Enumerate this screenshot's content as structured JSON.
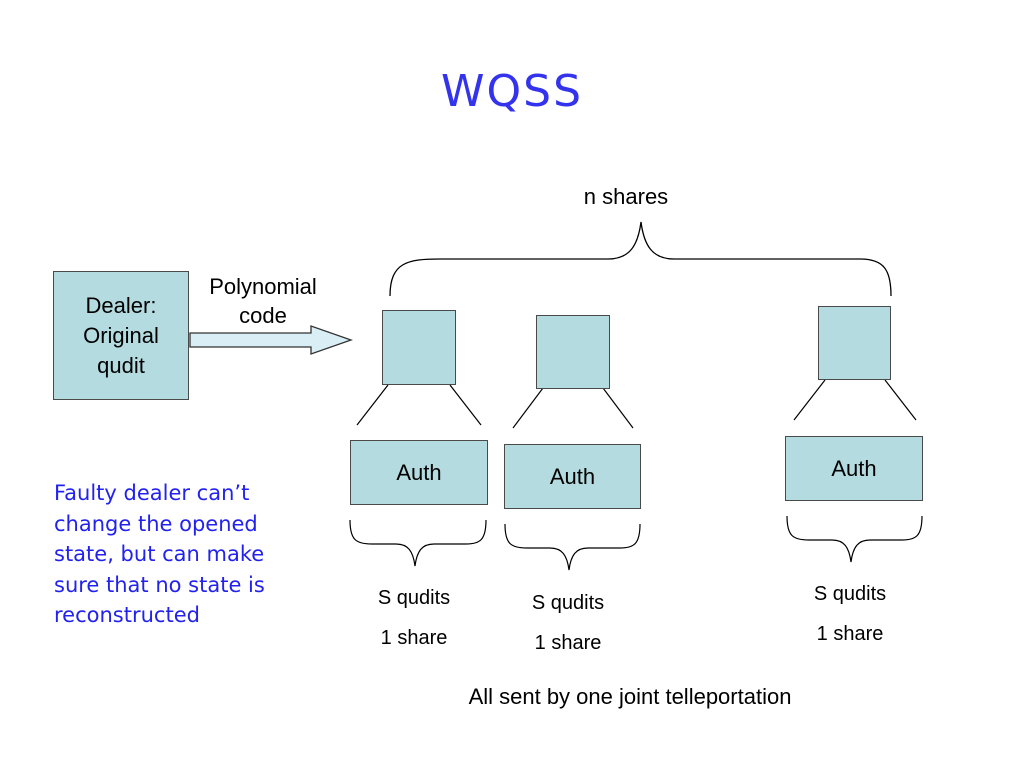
{
  "title": "WQSS",
  "dealer": {
    "line1": "Dealer:",
    "line2": "Original",
    "line3": "qudit"
  },
  "arrow_label": {
    "line1": "Polynomial",
    "line2": "code"
  },
  "shares_label": "n shares",
  "columns": [
    {
      "auth": "Auth",
      "s_qudits": "S qudits",
      "share": "1 share"
    },
    {
      "auth": "Auth",
      "s_qudits": "S qudits",
      "share": "1 share"
    },
    {
      "auth": "Auth",
      "s_qudits": "S qudits",
      "share": "1 share"
    }
  ],
  "note": "Faulty dealer can’t change the opened state, but can make sure that no state is reconstructed",
  "footer": "All sent by one joint telleportation",
  "colors": {
    "box_fill": "#b3dbe0",
    "title": "#3333ee",
    "note": "#2222ee",
    "arrow_fill": "#d9eef5"
  }
}
